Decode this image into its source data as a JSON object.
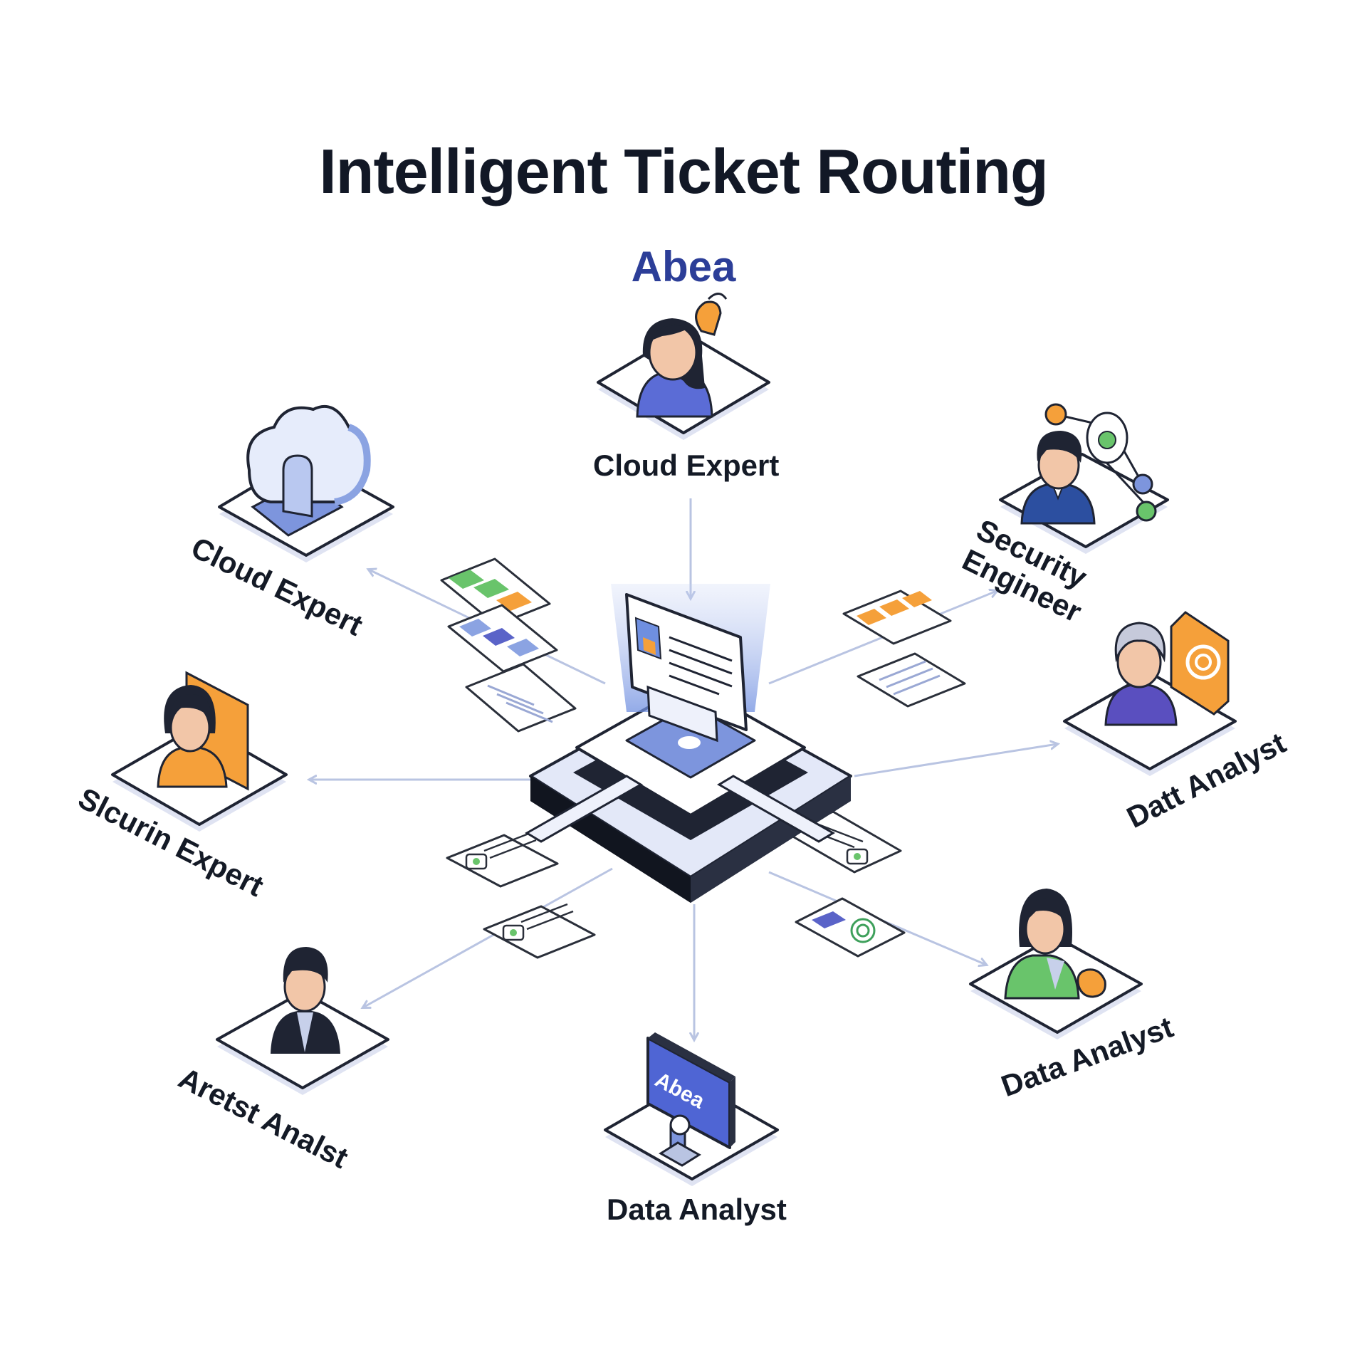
{
  "title": "Intelligent Ticket Routing",
  "subtitle": "Abea",
  "colors": {
    "ink": "#141a26",
    "accent_blue": "#2c3e98",
    "platform_fill": "#ffffff",
    "platform_edge": "#dfe3f2",
    "arrow": "#b9c4e2",
    "orange": "#f5a03a",
    "green": "#69c46b",
    "blue": "#7f98dd",
    "indigo": "#5a63c8"
  },
  "nodes": [
    {
      "id": "top",
      "label": "Cloud Expert",
      "icon": "person-icon"
    },
    {
      "id": "upper-left",
      "label": "Cloud Expert",
      "icon": "cloud-upload-icon"
    },
    {
      "id": "upper-right",
      "label_line1": "Security",
      "label_line2": "Engineer",
      "icon": "network-graph-icon"
    },
    {
      "id": "mid-left",
      "label": "Slcurin Expert",
      "icon": "person-icon"
    },
    {
      "id": "mid-right",
      "label": "Datt Analyst",
      "icon": "person-icon"
    },
    {
      "id": "lower-left",
      "label": "Aretst Analst",
      "icon": "person-icon"
    },
    {
      "id": "lower-right",
      "label": "Data Analyst",
      "icon": "person-icon"
    },
    {
      "id": "bottom",
      "label": "Data Analyst",
      "icon": "monitor-icon",
      "screen_text": "Abea"
    }
  ],
  "hub": {
    "icon": "routing-server-icon",
    "ticket_icon": "ticket-card-icon"
  }
}
